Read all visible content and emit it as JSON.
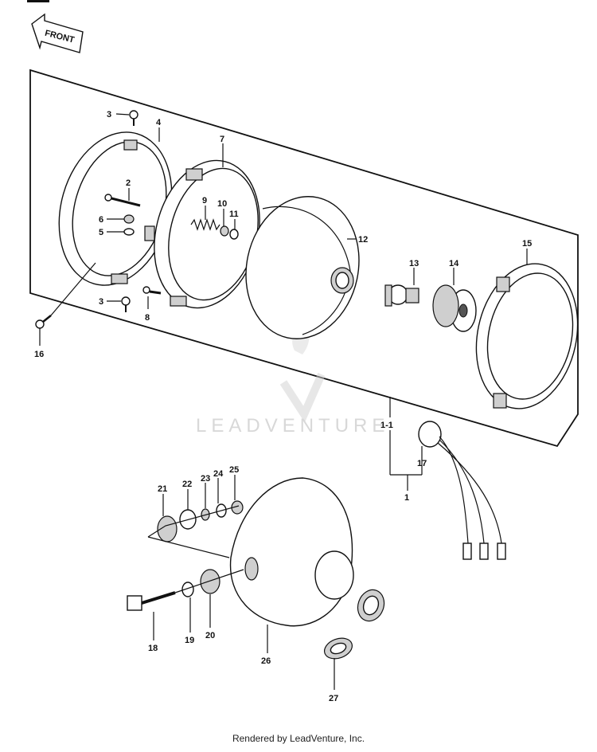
{
  "diagram": {
    "front_label": "FRONT",
    "watermark": "LEADVENTURE",
    "labels": [
      "3",
      "4",
      "7",
      "2",
      "9",
      "10",
      "11",
      "6",
      "5",
      "3",
      "8",
      "16",
      "12",
      "13",
      "14",
      "15",
      "1-1",
      "17",
      "1",
      "21",
      "22",
      "23",
      "24",
      "25",
      "18",
      "19",
      "20",
      "26",
      "27"
    ]
  },
  "footer": {
    "text": "Rendered by LeadVenture, Inc."
  }
}
